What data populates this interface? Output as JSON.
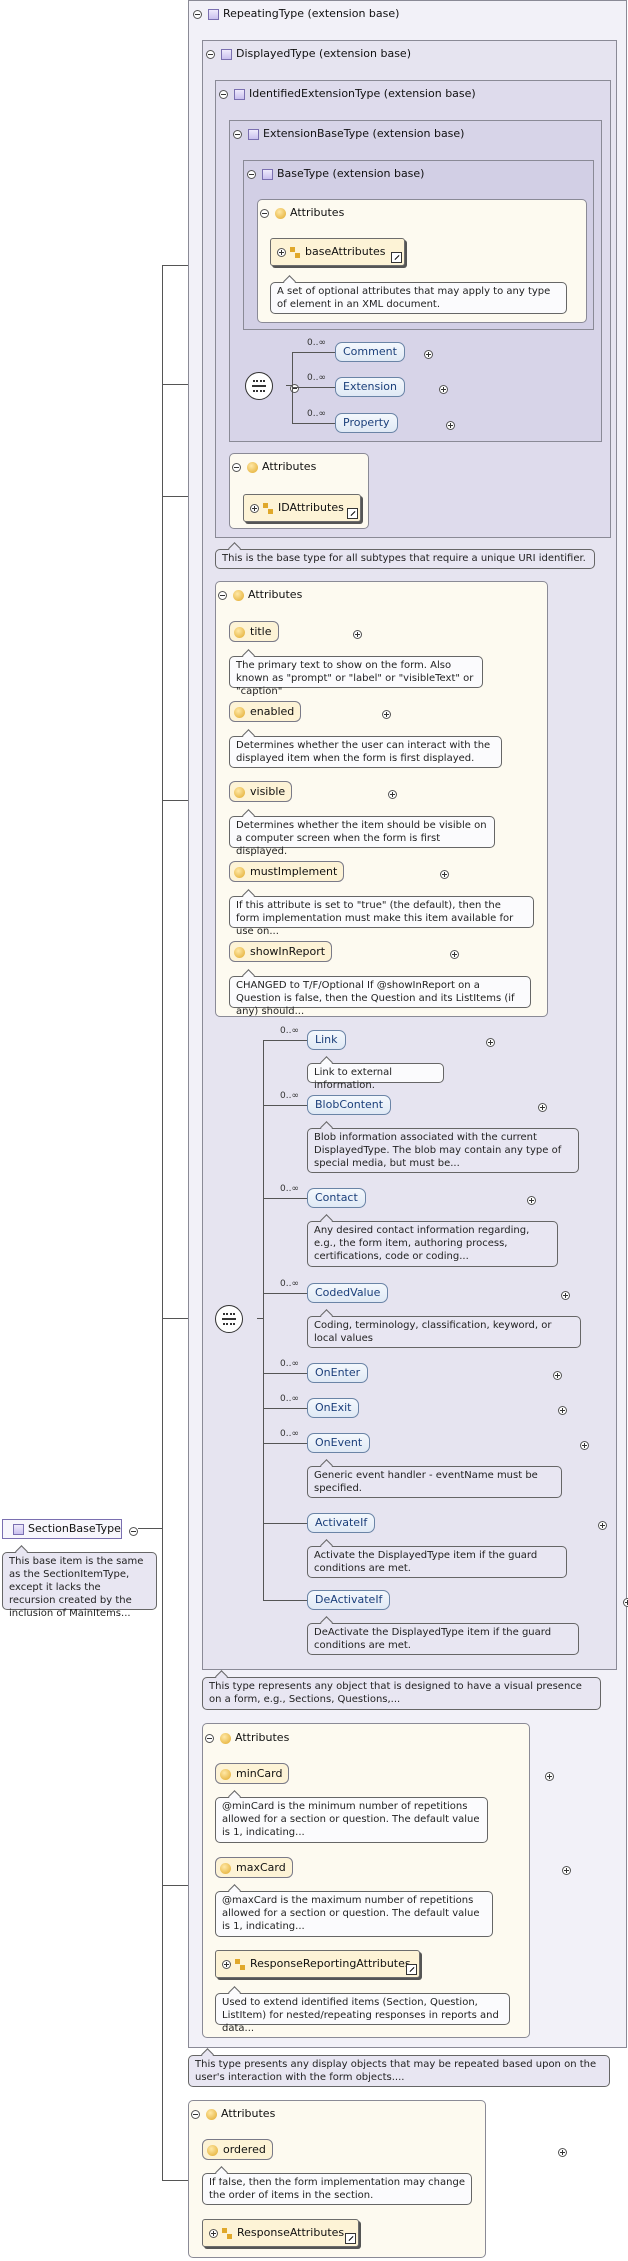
{
  "root": {
    "name": "SectionBaseType",
    "doc": "This base item is the same as the SectionItemType, except it lacks the recursion created by the inclusion of MainItems..."
  },
  "types": {
    "repeating": "RepeatingType (extension base)",
    "displayed": "DisplayedType (extension base)",
    "identified": "IdentifiedExtensionType (extension base)",
    "extbase": "ExtensionBaseType (extension base)",
    "base": "BaseType (extension base)"
  },
  "base_attributes": {
    "header": "Attributes",
    "group": "baseAttributes",
    "doc": "A set of optional attributes that may apply to any type of element in an XML document."
  },
  "extbase_elements": [
    {
      "mult": "0..∞",
      "name": "Comment"
    },
    {
      "mult": "0..∞",
      "name": "Extension"
    },
    {
      "mult": "0..∞",
      "name": "Property"
    }
  ],
  "identified_attributes": {
    "header": "Attributes",
    "group": "IDAttributes"
  },
  "identified_doc": "This is the base type for all subtypes that require a unique URI identifier.",
  "displayed_attributes": {
    "header": "Attributes",
    "items": [
      {
        "name": "title",
        "doc": "The primary text to show on the form. Also known as \"prompt\" or \"label\" or \"visibleText\" or \"caption\""
      },
      {
        "name": "enabled",
        "doc": "Determines whether the user can interact with the displayed item when the form is first displayed."
      },
      {
        "name": "visible",
        "doc": "Determines whether the item should be visible on a computer screen when the form is first displayed."
      },
      {
        "name": "mustImplement",
        "doc": "If this attribute is set to \"true\" (the default), then the form implementation must make this item available for use on..."
      },
      {
        "name": "showInReport",
        "doc": "CHANGED to T/F/Optional If @showInReport on a Question is false, then the Question and its ListItems (if any) should..."
      }
    ]
  },
  "displayed_elements": [
    {
      "mult": "0..∞",
      "name": "Link",
      "doc": "Link to external information."
    },
    {
      "mult": "0..∞",
      "name": "BlobContent",
      "doc": "Blob information associated with the current DisplayedType. The blob may contain any type of special media, but must be..."
    },
    {
      "mult": "0..∞",
      "name": "Contact",
      "doc": "Any desired contact information regarding, e.g., the form item, authoring process, certifications, code or coding..."
    },
    {
      "mult": "0..∞",
      "name": "CodedValue",
      "doc": "Coding, terminology, classification, keyword, or local values"
    },
    {
      "mult": "0..∞",
      "name": "OnEnter",
      "doc": ""
    },
    {
      "mult": "0..∞",
      "name": "OnExit",
      "doc": ""
    },
    {
      "mult": "0..∞",
      "name": "OnEvent",
      "doc": "Generic event handler - eventName must be specified."
    },
    {
      "mult": "",
      "name": "ActivateIf",
      "doc": "Activate the DisplayedType item if the guard conditions are met."
    },
    {
      "mult": "",
      "name": "DeActivateIf",
      "doc": "DeActivate the DisplayedType item if the guard conditions are met."
    }
  ],
  "displayed_doc": "This type represents any object that is designed to have a visual presence on a form, e.g., Sections, Questions,...",
  "repeating_attributes": {
    "header": "Attributes",
    "items": [
      {
        "name": "minCard",
        "doc": "@minCard is the minimum number of repetitions allowed for a section or question. The default value is 1, indicating..."
      },
      {
        "name": "maxCard",
        "doc": "@maxCard is the maximum number of repetitions allowed for a section or question. The default value is 1, indicating..."
      }
    ],
    "group": "ResponseReportingAttributes",
    "group_doc": "Used to extend identified items (Section, Question, ListItem) for nested/repeating responses in reports and data..."
  },
  "repeating_doc": "This type presents any display objects that may be repeated based upon on the user's interaction with the form objects....",
  "section_attributes": {
    "header": "Attributes",
    "items": [
      {
        "name": "ordered",
        "doc": "If false, then the form implementation may change the order of items in the section."
      }
    ],
    "group": "ResponseAttributes"
  }
}
